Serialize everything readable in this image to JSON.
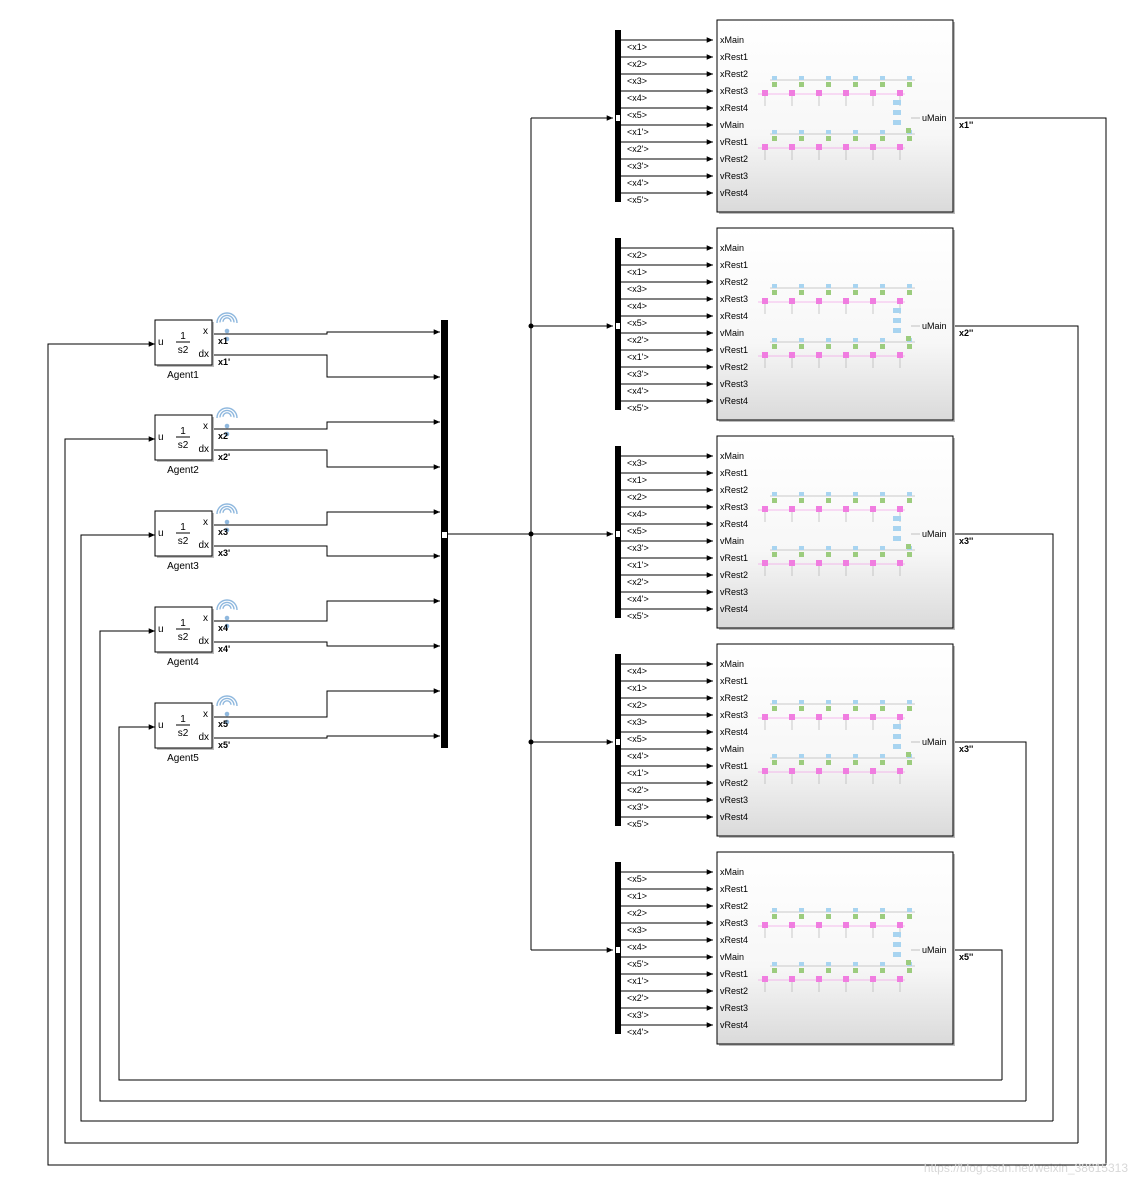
{
  "agents": [
    {
      "name": "Agent1",
      "in": "u",
      "num": "1",
      "den": "s2",
      "out_x": "x",
      "out_dx": "dx",
      "sig_x": "x1",
      "sig_v": "x1'"
    },
    {
      "name": "Agent2",
      "in": "u",
      "num": "1",
      "den": "s2",
      "out_x": "x",
      "out_dx": "dx",
      "sig_x": "x2",
      "sig_v": "x2'"
    },
    {
      "name": "Agent3",
      "in": "u",
      "num": "1",
      "den": "s2",
      "out_x": "x",
      "out_dx": "dx",
      "sig_x": "x3",
      "sig_v": "x3'"
    },
    {
      "name": "Agent4",
      "in": "u",
      "num": "1",
      "den": "s2",
      "out_x": "x",
      "out_dx": "dx",
      "sig_x": "x4",
      "sig_v": "x4'"
    },
    {
      "name": "Agent5",
      "in": "u",
      "num": "1",
      "den": "s2",
      "out_x": "x",
      "out_dx": "dx",
      "sig_x": "x5",
      "sig_v": "x5'"
    }
  ],
  "controllers": [
    {
      "selector": [
        "<x1>",
        "<x2>",
        "<x3>",
        "<x4>",
        "<x5>",
        "<x1'>",
        "<x2'>",
        "<x3'>",
        "<x4'>",
        "<x5'>"
      ],
      "output_port": "uMain",
      "output_signal": "x1''"
    },
    {
      "selector": [
        "<x2>",
        "<x1>",
        "<x3>",
        "<x4>",
        "<x5>",
        "<x2'>",
        "<x1'>",
        "<x3'>",
        "<x4'>",
        "<x5'>"
      ],
      "output_port": "uMain",
      "output_signal": "x2''"
    },
    {
      "selector": [
        "<x3>",
        "<x1>",
        "<x2>",
        "<x4>",
        "<x5>",
        "<x3'>",
        "<x1'>",
        "<x2'>",
        "<x4'>",
        "<x5'>"
      ],
      "output_port": "uMain",
      "output_signal": "x3''"
    },
    {
      "selector": [
        "<x4>",
        "<x1>",
        "<x2>",
        "<x3>",
        "<x5>",
        "<x4'>",
        "<x1'>",
        "<x2'>",
        "<x3'>",
        "<x5'>"
      ],
      "output_port": "uMain",
      "output_signal": "x3''"
    },
    {
      "selector": [
        "<x5>",
        "<x1>",
        "<x2>",
        "<x3>",
        "<x4>",
        "<x5'>",
        "<x1'>",
        "<x2'>",
        "<x3'>",
        "<x4'>"
      ],
      "output_port": "uMain",
      "output_signal": "x5''"
    }
  ],
  "controller_inputs": [
    "xMain",
    "xRest1",
    "xRest2",
    "xRest3",
    "xRest4",
    "vMain",
    "vRest1",
    "vRest2",
    "vRest3",
    "vRest4"
  ],
  "watermark": "https://blog.csdn.net/weixin_38615313",
  "colors": {
    "line": "#000000",
    "block_border": "#000000",
    "wifi": "#8fb8de",
    "pink": "#f07de0",
    "green": "#9ccc7e",
    "blue": "#a8d4f0",
    "gradient_end": "#d8d8d8"
  }
}
